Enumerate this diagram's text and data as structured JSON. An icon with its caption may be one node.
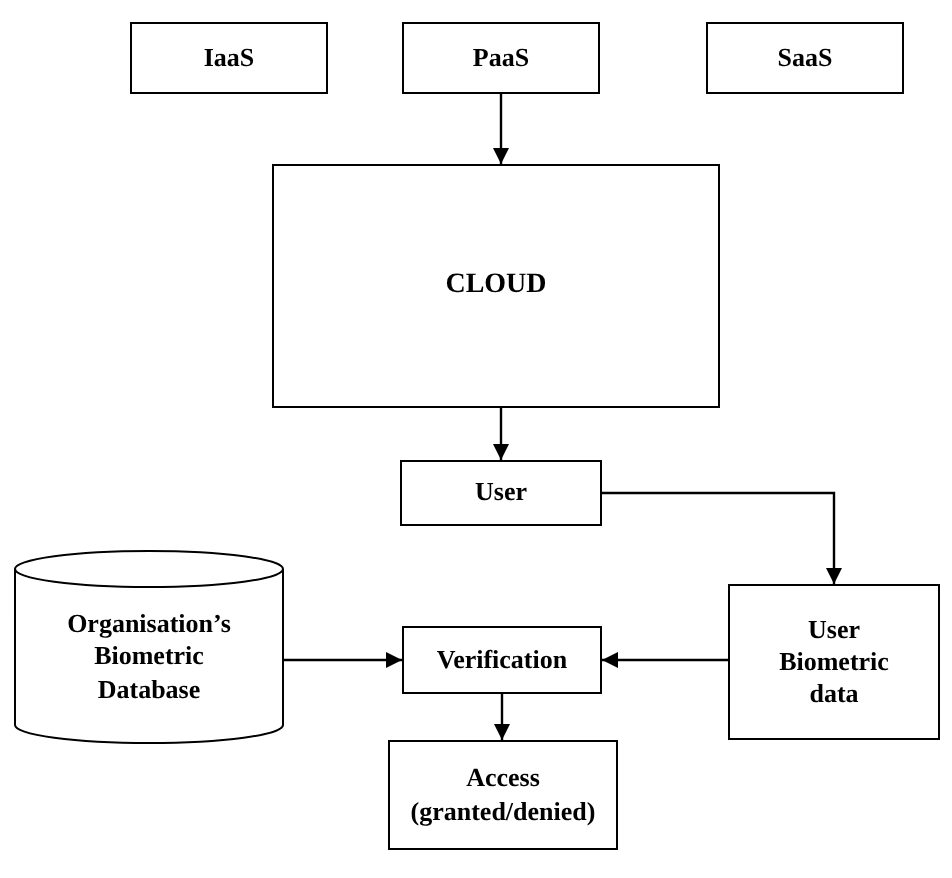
{
  "diagram": {
    "nodes": [
      {
        "text": [
          "IaaS"
        ]
      },
      {
        "text": [
          "PaaS"
        ]
      },
      {
        "text": [
          "SaaS"
        ]
      },
      {
        "text": [
          "CLOUD"
        ]
      },
      {
        "text": [
          "User"
        ]
      },
      {
        "text": [
          "User Biometric data"
        ]
      },
      {
        "text": [
          "Organisation’s Biometric Database"
        ]
      },
      {
        "text": [
          "Verification"
        ]
      },
      {
        "text": [
          "Access (granted/denied)"
        ]
      }
    ],
    "edges": [
      {
        "from": 1,
        "to": 3,
        "arrow": "to"
      },
      {
        "from": 3,
        "to": 4,
        "arrow": "to"
      },
      {
        "from": 4,
        "to": 5,
        "arrow": "to"
      },
      {
        "from": 5,
        "to": 7,
        "arrow": "to"
      },
      {
        "from": 6,
        "to": 7,
        "arrow": "to"
      },
      {
        "from": 7,
        "to": 8,
        "arrow": "to"
      }
    ]
  }
}
